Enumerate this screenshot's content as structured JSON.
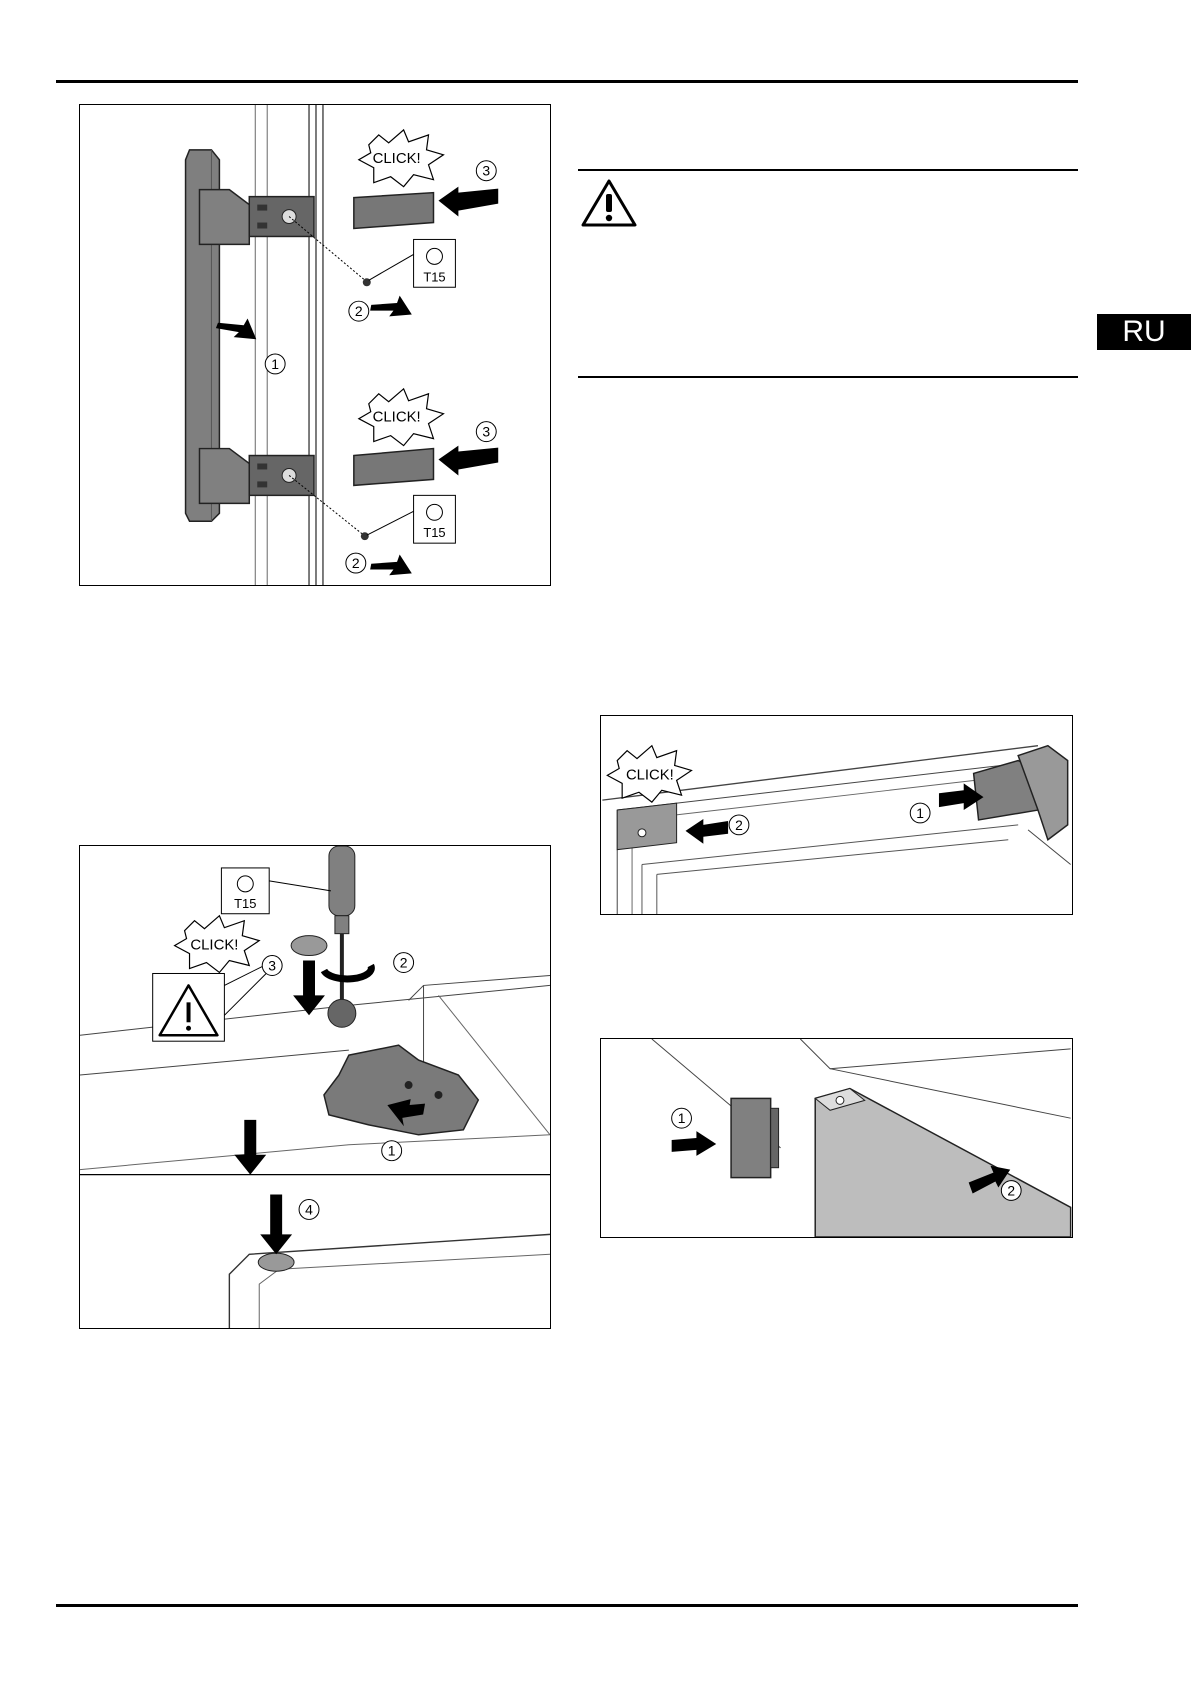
{
  "page": {
    "language_tab": "RU"
  },
  "figures": {
    "handle": {
      "click_top": "CLICK!",
      "click_bottom": "CLICK!",
      "tool_top": "T15",
      "tool_bottom": "T15",
      "step1": "1",
      "step2_top": "2",
      "step2_bottom": "2",
      "step3_top": "3",
      "step3_bottom": "3"
    },
    "hinge": {
      "tool": "T15",
      "click": "CLICK!",
      "step1": "1",
      "step2": "2",
      "step3": "3",
      "step4": "4"
    },
    "top_rail": {
      "click": "CLICK!",
      "step1": "1",
      "step2": "2"
    },
    "door_cap": {
      "step1": "1",
      "step2": "2"
    }
  },
  "icons": {
    "warning": "warning-triangle-icon",
    "torx": "torx-star-icon"
  }
}
